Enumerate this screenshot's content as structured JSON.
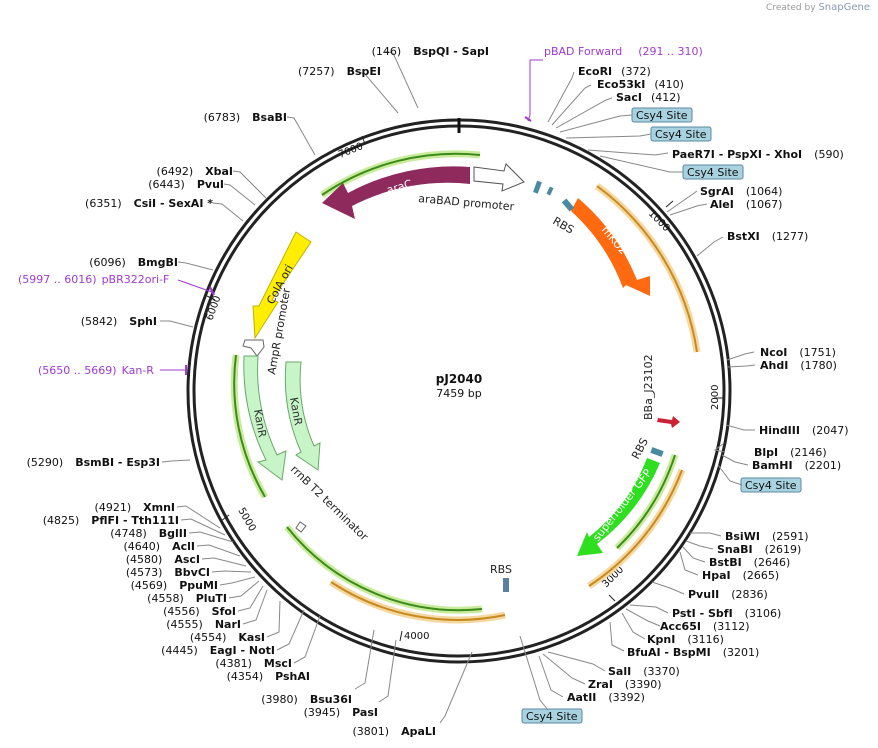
{
  "credit": {
    "prefix": "Created by",
    "brand": "SnapGene"
  },
  "plasmid": {
    "name": "pJ2040",
    "size": "7459 bp"
  },
  "ticks": [
    "1000",
    "2000",
    "3000",
    "4000",
    "5000",
    "6000",
    "7000"
  ],
  "features": {
    "araC": "araC",
    "araBAD": "araBAD promoter",
    "mKO2": "mKO2",
    "colA": "ColA ori",
    "ampR": "AmpR promoter",
    "kanR1": "KanR",
    "kanR2": "KanR",
    "rrnb": "rrnB T2 terminator",
    "bba": "BBa_J23102",
    "sfgfp": "superfolder GFP",
    "rbs1": "RBS",
    "rbs2": "RBS",
    "rbs3": "RBS"
  },
  "primers": [
    {
      "name": "pBAD Forward",
      "range": "(291 .. 310)"
    },
    {
      "name": "pBR322ori-F",
      "range": "(5997 .. 6016)"
    },
    {
      "name": "Kan-R",
      "range": "(5650 .. 5669)"
    }
  ],
  "csy4": [
    "Csy4 Site",
    "Csy4 Site",
    "Csy4 Site",
    "Csy4 Site",
    "Csy4 Site"
  ],
  "sites_right": [
    {
      "pos": "(372)",
      "name": "EcoRI"
    },
    {
      "pos": "(410)",
      "name": "Eco53kI"
    },
    {
      "pos": "(412)",
      "name": "SacI"
    },
    {
      "name": "PaeR7I  - PspXI  - XhoI",
      "pos": "(590)"
    },
    {
      "name": "SgrAI",
      "pos": "(1064)"
    },
    {
      "name": "AleI",
      "pos": "(1067)"
    },
    {
      "name": "BstXI",
      "pos": "(1277)"
    },
    {
      "name": "NcoI",
      "pos": "(1751)"
    },
    {
      "name": "AhdI",
      "pos": "(1780)"
    },
    {
      "name": "HindIII",
      "pos": "(2047)"
    },
    {
      "name": "BlpI",
      "pos": "(2146)"
    },
    {
      "name": "BamHI",
      "pos": "(2201)"
    },
    {
      "name": "BsiWI",
      "pos": "(2591)"
    },
    {
      "name": "SnaBI",
      "pos": "(2619)"
    },
    {
      "name": "BstBI",
      "pos": "(2646)"
    },
    {
      "name": "HpaI",
      "pos": "(2665)"
    },
    {
      "name": "PvuII",
      "pos": "(2836)"
    },
    {
      "name": "PstI  - SbfI",
      "pos": "(3106)"
    },
    {
      "name": "Acc65I",
      "pos": "(3112)"
    },
    {
      "name": "KpnI",
      "pos": "(3116)"
    },
    {
      "name": "BfuAI  - BspMI",
      "pos": "(3201)"
    },
    {
      "name": "SalI",
      "pos": "(3370)"
    },
    {
      "name": "ZraI",
      "pos": "(3390)"
    },
    {
      "name": "AatII",
      "pos": "(3392)"
    }
  ],
  "sites_left": [
    {
      "pos": "(146)",
      "name": "BspQI  - SapI"
    },
    {
      "pos": "(7257)",
      "name": "BspEI"
    },
    {
      "pos": "(6783)",
      "name": "BsaBI"
    },
    {
      "pos": "(6492)",
      "name": "XbaI"
    },
    {
      "pos": "(6443)",
      "name": "PvuI"
    },
    {
      "pos": "(6351)",
      "name": "CsiI  - SexAI *"
    },
    {
      "pos": "(6096)",
      "name": "BmgBI"
    },
    {
      "pos": "(5842)",
      "name": "SphI"
    },
    {
      "pos": "(5290)",
      "name": "BsmBI  - Esp3I"
    },
    {
      "pos": "(4921)",
      "name": "XmnI"
    },
    {
      "pos": "(4825)",
      "name": "PflFI  - Tth111I"
    },
    {
      "pos": "(4748)",
      "name": "BglII"
    },
    {
      "pos": "(4640)",
      "name": "AclI"
    },
    {
      "pos": "(4580)",
      "name": "AscI"
    },
    {
      "pos": "(4573)",
      "name": "BbvCI"
    },
    {
      "pos": "(4569)",
      "name": "PpuMI"
    },
    {
      "pos": "(4558)",
      "name": "PluTI"
    },
    {
      "pos": "(4556)",
      "name": "SfoI"
    },
    {
      "pos": "(4555)",
      "name": "NarI"
    },
    {
      "pos": "(4554)",
      "name": "KasI"
    },
    {
      "pos": "(4445)",
      "name": "EagI  - NotI"
    },
    {
      "pos": "(4381)",
      "name": "MscI"
    },
    {
      "pos": "(4354)",
      "name": "PshAI"
    },
    {
      "pos": "(3980)",
      "name": "Bsu36I"
    },
    {
      "pos": "(3945)",
      "name": "PasI"
    },
    {
      "pos": "(3801)",
      "name": "ApaLI"
    }
  ]
}
